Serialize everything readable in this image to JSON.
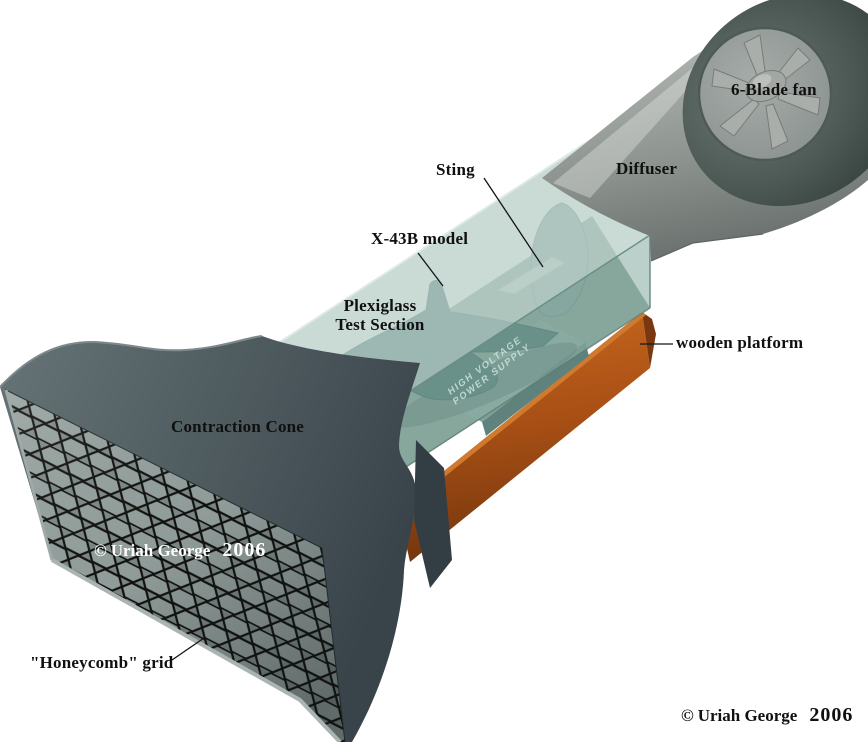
{
  "diagram": {
    "subject": "Homemade wind tunnel cutaway illustration",
    "labels": {
      "fan": "6-Blade fan",
      "diffuser": "Diffuser",
      "sting": "Sting",
      "model": "X-43B model",
      "test_section": [
        "Plexiglass",
        "Test Section"
      ],
      "wooden_platform": "wooden platform",
      "contraction_cone": "Contraction Cone",
      "honeycomb_grid": "\"Honeycomb\" grid"
    },
    "power_supply": {
      "line1": "HIGH VOLTAGE",
      "line2": "POWER SUPPLY"
    },
    "watermark_grid": {
      "symbol": "©",
      "name": "Uriah George",
      "year": "2006"
    },
    "watermark_corner": {
      "symbol": "©",
      "name": "Uriah George",
      "year": "2006"
    },
    "colors": {
      "background": "#ffffff",
      "label_text": "#101010",
      "watermark_white": "#ffffff",
      "steel_grey": "#a7aca8",
      "dark_slate_cap": "#47534f",
      "cone_slate": "#515e61",
      "plexiglass_teal": "#9fbdb5",
      "model_teal": "#33605c",
      "wood_orange": "#b05a1c",
      "honeycomb_grey": "#97a3a0"
    }
  }
}
